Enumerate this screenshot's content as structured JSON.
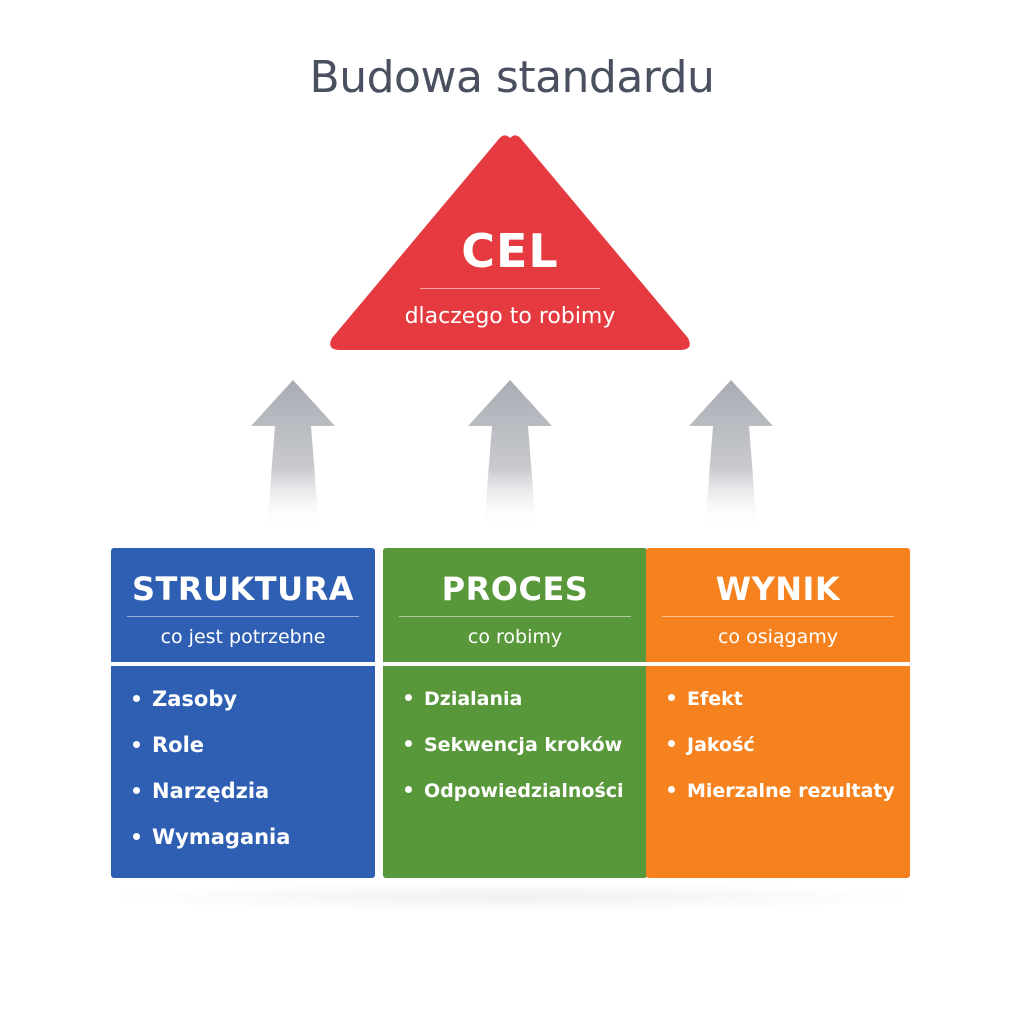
{
  "title": "Budowa standardu",
  "goal": {
    "title": "CEL",
    "subtitle": "dlaczego to robimy",
    "color": "#e53a3f"
  },
  "columns": [
    {
      "title": "STRUKTURA",
      "subtitle": "co jest potrzebne",
      "color": "#2f5fb3",
      "items": [
        "Zasoby",
        "Role",
        "Narzędzia",
        "Wymagania"
      ]
    },
    {
      "title": "PROCES",
      "subtitle": "co robimy",
      "color": "#58973a",
      "items": [
        "Dzialania",
        "Sekwencja kroków",
        "Odpowiedzialności"
      ]
    },
    {
      "title": "WYNIK",
      "subtitle": "co osiągamy",
      "color": "#f5821f",
      "items": [
        "Efekt",
        "Jakość",
        "Mierzalne rezultaty"
      ]
    }
  ],
  "arrow_color": "#b0b3ba"
}
